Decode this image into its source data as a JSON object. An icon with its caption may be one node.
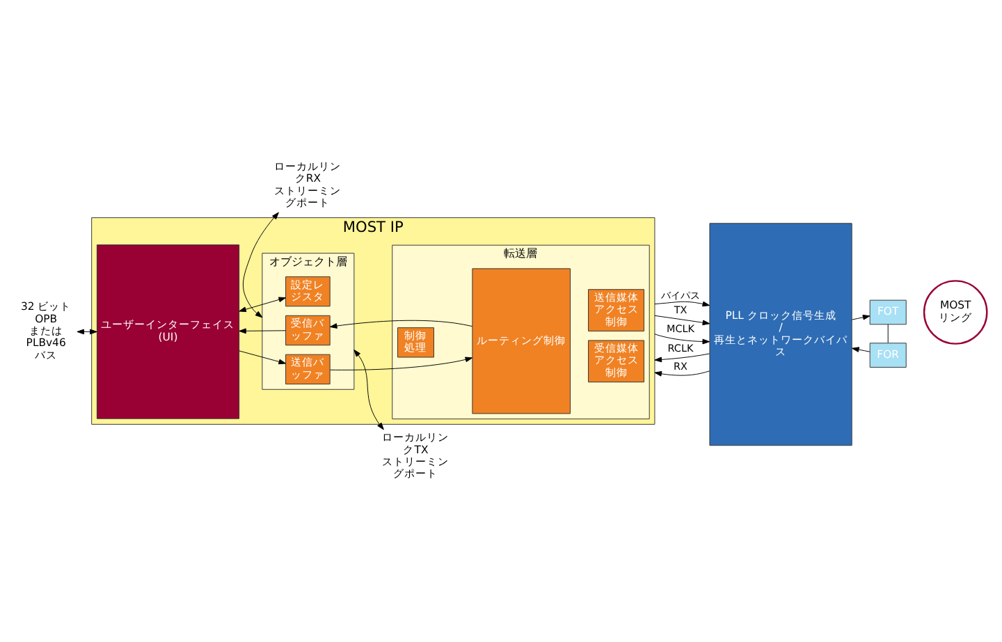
{
  "diagram": {
    "nodes": [
      {
        "text": [
          "MOST IP"
        ]
      },
      {
        "text": [
          "ユーザーインターフェイス (UI)"
        ],
        "in": 0
      },
      {
        "text": [
          "オブジェクト層"
        ],
        "in": 0
      },
      {
        "text": [
          "送信バッファ"
        ],
        "in": 2
      },
      {
        "text": [
          "設定レジスタ"
        ],
        "in": 2
      },
      {
        "text": [
          "受信バッファ"
        ],
        "in": 2
      },
      {
        "text": [
          "転送層"
        ],
        "in": 0
      },
      {
        "text": [
          "制御処理"
        ],
        "in": 6
      },
      {
        "text": [
          "ルーティング制御"
        ],
        "in": 6
      },
      {
        "text": [
          "送信媒体アクセス制御"
        ],
        "in": 6
      },
      {
        "text": [
          "受信媒体アクセス制御"
        ],
        "in": 6
      },
      {
        "text": [
          "PLL クロック信号生成 / 再生とネットワークバイパス"
        ]
      },
      {
        "text": [
          "FOT"
        ]
      },
      {
        "text": [
          "FOR"
        ]
      },
      {
        "text": [
          "MOSTリング"
        ]
      },
      {
        "text": [
          "32 ビット OPB または PLBv46 バス"
        ]
      },
      {
        "text": [
          "ローカルリンクRX ストリーミングポート"
        ]
      },
      {
        "text": [
          "ローカルリンクTX ストリーミングポート"
        ]
      }
    ],
    "edges": [
      {
        "from": 15,
        "to": 1,
        "arrow": "both"
      },
      {
        "from": 1,
        "to": 3,
        "arrow": "to"
      },
      {
        "from": 1,
        "to": 4,
        "arrow": "both"
      },
      {
        "from": 5,
        "to": 1,
        "arrow": "to"
      },
      {
        "from": 3,
        "to": 8,
        "arrow": "to"
      },
      {
        "from": 8,
        "to": 5,
        "arrow": "to"
      },
      {
        "from": 0,
        "to": 11,
        "arrow": "to",
        "label": "TX"
      },
      {
        "from": 0,
        "to": 11,
        "arrow": "to",
        "label": "MCLK"
      },
      {
        "from": 0,
        "to": 11,
        "arrow": "to",
        "label": "バイパス"
      },
      {
        "from": 11,
        "to": 0,
        "arrow": "to",
        "label": "RCLK"
      },
      {
        "from": 11,
        "to": 0,
        "arrow": "to",
        "label": "RX"
      },
      {
        "from": 11,
        "to": 12,
        "arrow": "to"
      },
      {
        "from": 13,
        "to": 11,
        "arrow": "to"
      },
      {
        "from": 12,
        "to": 13,
        "arrow": "none"
      },
      {
        "from": 2,
        "to": 16,
        "arrow": "both"
      },
      {
        "from": 2,
        "to": 17,
        "arrow": "both"
      }
    ]
  }
}
